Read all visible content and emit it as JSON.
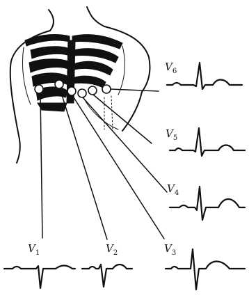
{
  "leads": [
    {
      "id": "V6",
      "letter": "V",
      "sub": "6"
    },
    {
      "id": "V5",
      "letter": "V",
      "sub": "5"
    },
    {
      "id": "V4",
      "letter": "V",
      "sub": "4"
    },
    {
      "id": "V1",
      "letter": "V",
      "sub": "1"
    },
    {
      "id": "V2",
      "letter": "V",
      "sub": "2"
    },
    {
      "id": "V3",
      "letter": "V",
      "sub": "3"
    }
  ],
  "colors": {
    "ink": "#111111",
    "background": "#ffffff"
  }
}
